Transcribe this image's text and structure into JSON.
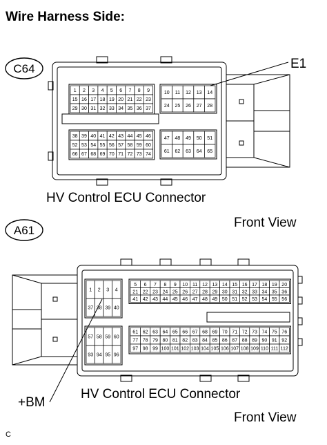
{
  "title": "Wire Harness Side:",
  "corner_mark": "C",
  "connectors": [
    {
      "id": "c64",
      "code": "C64",
      "caption": "HV Control ECU Connector",
      "view": "Front View",
      "callout": "E1",
      "pin_blocks": [
        {
          "rows": [
            [
              "1",
              "2",
              "3",
              "4",
              "5",
              "6",
              "7",
              "8",
              "9"
            ],
            [
              "15",
              "16",
              "17",
              "18",
              "19",
              "20",
              "21",
              "22",
              "23"
            ],
            [
              "29",
              "30",
              "31",
              "32",
              "33",
              "34",
              "35",
              "36",
              "37"
            ]
          ]
        },
        {
          "rows": [
            [
              "10",
              "11",
              "12",
              "13",
              "14"
            ],
            [
              "24",
              "25",
              "26",
              "27",
              "28"
            ]
          ]
        },
        {
          "rows": [
            [
              "38",
              "39",
              "40",
              "41",
              "42",
              "43",
              "44",
              "45",
              "46"
            ],
            [
              "52",
              "53",
              "54",
              "55",
              "56",
              "57",
              "58",
              "59",
              "60"
            ],
            [
              "66",
              "67",
              "68",
              "69",
              "70",
              "71",
              "72",
              "73",
              "74"
            ]
          ]
        },
        {
          "rows": [
            [
              "47",
              "48",
              "49",
              "50",
              "51"
            ],
            [
              "61",
              "62",
              "63",
              "64",
              "65"
            ]
          ]
        }
      ]
    },
    {
      "id": "a61",
      "code": "A61",
      "caption": "HV Control ECU Connector",
      "view": "Front View",
      "callout": "+BM",
      "pin_blocks": [
        {
          "rows": [
            [
              "1",
              "2",
              "3",
              "4"
            ],
            [
              "37",
              "38",
              "39",
              "40"
            ]
          ]
        },
        {
          "rows": [
            [
              "5",
              "6",
              "7",
              "8",
              "9",
              "10",
              "11",
              "12",
              "13",
              "14",
              "15",
              "16",
              "17",
              "18",
              "19",
              "20"
            ],
            [
              "21",
              "22",
              "23",
              "24",
              "25",
              "26",
              "27",
              "28",
              "29",
              "30",
              "31",
              "32",
              "33",
              "34",
              "35",
              "36"
            ],
            [
              "41",
              "42",
              "43",
              "44",
              "45",
              "46",
              "47",
              "48",
              "49",
              "50",
              "51",
              "52",
              "53",
              "54",
              "55",
              "56"
            ]
          ]
        },
        {
          "rows": [
            [
              "57",
              "58",
              "59",
              "60"
            ],
            [
              "93",
              "94",
              "95",
              "96"
            ]
          ]
        },
        {
          "rows": [
            [
              "61",
              "62",
              "63",
              "64",
              "65",
              "66",
              "67",
              "68",
              "69",
              "70",
              "71",
              "72",
              "73",
              "74",
              "75",
              "76"
            ],
            [
              "77",
              "78",
              "79",
              "80",
              "81",
              "82",
              "83",
              "84",
              "85",
              "86",
              "87",
              "88",
              "89",
              "90",
              "91",
              "92"
            ],
            [
              "97",
              "98",
              "99",
              "100",
              "101",
              "102",
              "103",
              "104",
              "105",
              "106",
              "107",
              "108",
              "109",
              "110",
              "111",
              "112"
            ]
          ]
        }
      ]
    }
  ]
}
